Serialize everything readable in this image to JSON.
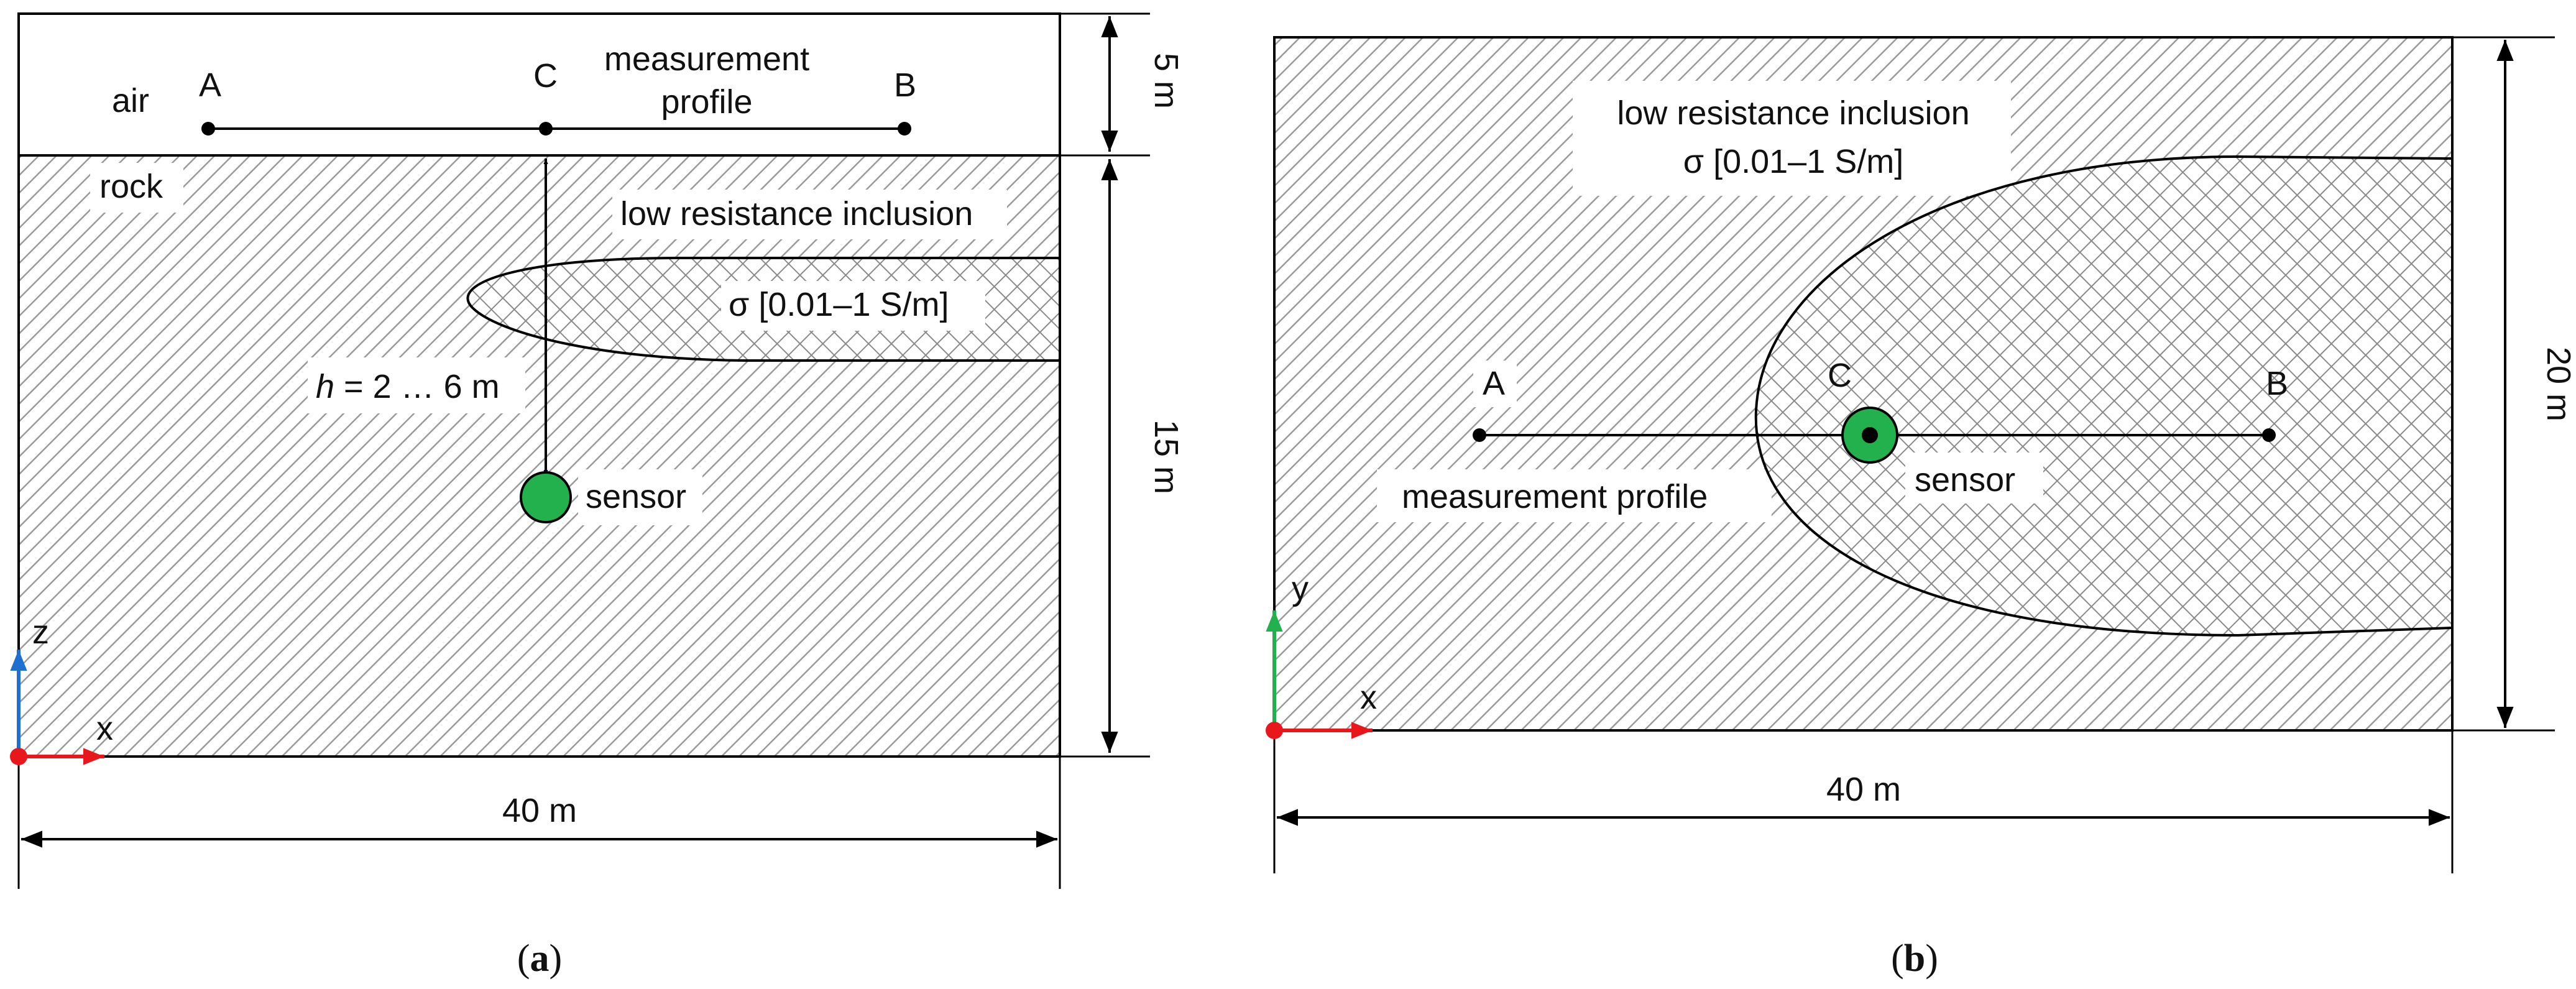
{
  "panel_a": {
    "air": "air",
    "rock": "rock",
    "points": {
      "a": "A",
      "c": "C",
      "b": "B"
    },
    "profile_line1": "measurement",
    "profile_line2": "profile",
    "inclusion_label": "low resistance inclusion",
    "sigma": "σ [0.01–1 S/m]",
    "h_var": "h",
    "h_range": " = 2 … 6 m",
    "sensor": "sensor",
    "dim_5m": "5 m",
    "dim_15m": "15 m",
    "dim_40m": "40 m",
    "axis_z": "z",
    "axis_x": "x",
    "caption_open": "(",
    "caption_letter": "a",
    "caption_close": ")"
  },
  "panel_b": {
    "inclusion_label": "low resistance inclusion",
    "sigma": "σ [0.01–1 S/m]",
    "points": {
      "a": "A",
      "c": "C",
      "b": "B"
    },
    "sensor": "sensor",
    "profile_label": "measurement profile",
    "dim_20m": "20 m",
    "dim_40m": "40 m",
    "axis_y": "y",
    "axis_x": "x",
    "caption_open": "(",
    "caption_letter": "b",
    "caption_close": ")"
  },
  "colors": {
    "sensor": "#22b14c",
    "axis_vertical_a": "#1f6fd1",
    "axis_vertical_b": "#22b14c",
    "axis_x": "#e8171c",
    "origin": "#e8171c"
  }
}
